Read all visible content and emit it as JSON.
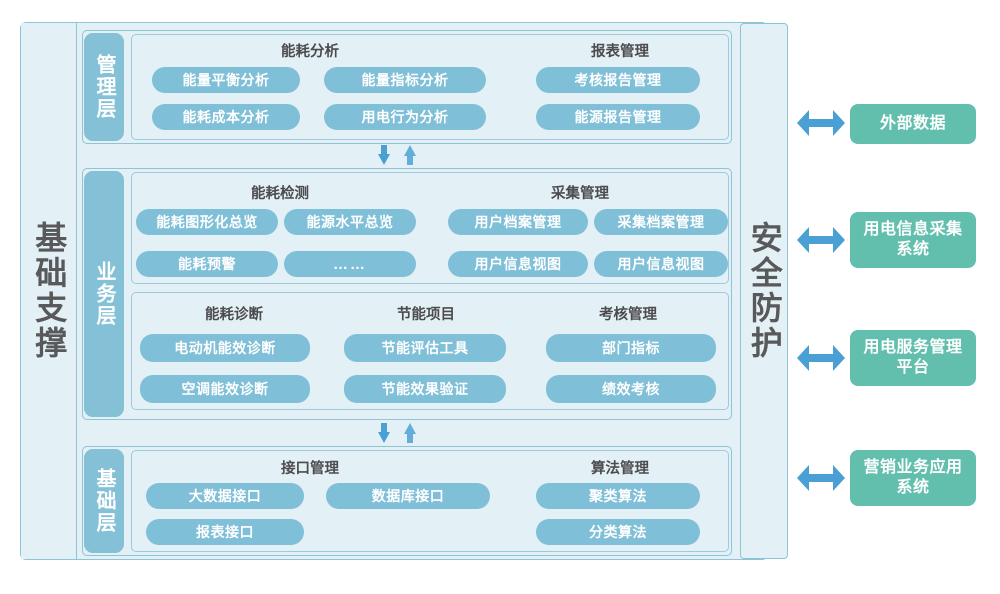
{
  "diagram": {
    "support_column_label": "基础支撑",
    "security_column_label": "安全防护"
  },
  "layers": [
    {
      "id": "management",
      "tab_label": "管理层",
      "groups": [
        {
          "title": "能耗分析",
          "items": [
            "能量平衡分析",
            "能量指标分析",
            "能耗成本分析",
            "用电行为分析"
          ]
        },
        {
          "title": "报表管理",
          "items": [
            "考核报告管理",
            "能源报告管理"
          ]
        }
      ]
    },
    {
      "id": "business",
      "tab_label": "业务层",
      "groups": [
        {
          "title": "能耗检测",
          "items": [
            "能耗图形化总览",
            "能源水平总览",
            "能耗预警",
            "……"
          ]
        },
        {
          "title": "采集管理",
          "items": [
            "用户档案管理",
            "采集档案管理",
            "用户信息视图",
            "用户信息视图"
          ]
        },
        {
          "title": "能耗诊断",
          "items": [
            "电动机能效诊断",
            "空调能效诊断"
          ]
        },
        {
          "title": "节能项目",
          "items": [
            "节能评估工具",
            "节能效果验证"
          ]
        },
        {
          "title": "考核管理",
          "items": [
            "部门指标",
            "绩效考核"
          ]
        }
      ]
    },
    {
      "id": "foundation",
      "tab_label": "基础层",
      "groups": [
        {
          "title": "接口管理",
          "items": [
            "大数据接口",
            "数据库接口",
            "报表接口"
          ]
        },
        {
          "title": "算法管理",
          "items": [
            "聚类算法",
            "分类算法"
          ]
        }
      ]
    }
  ],
  "external_systems": [
    {
      "label": "外部数据"
    },
    {
      "label": "用电信息采集\n系统",
      "line1": "用电信息采集",
      "line2": "系统"
    },
    {
      "label": "用电服务管理\n平台",
      "line1": "用电服务管理",
      "line2": "平台"
    },
    {
      "label": "营销业务应用\n系统",
      "line1": "营销业务应用",
      "line2": "系统"
    }
  ],
  "colors": {
    "frame_border": "#8fc4d6",
    "panel_bg": "#e3f0f6",
    "pill_bg": "#7fbfd7",
    "tab_bg": "#85c1d6",
    "external_bg": "#62bfae",
    "arrow": "#4a9fd4",
    "heading_text": "#4c4c4e"
  }
}
